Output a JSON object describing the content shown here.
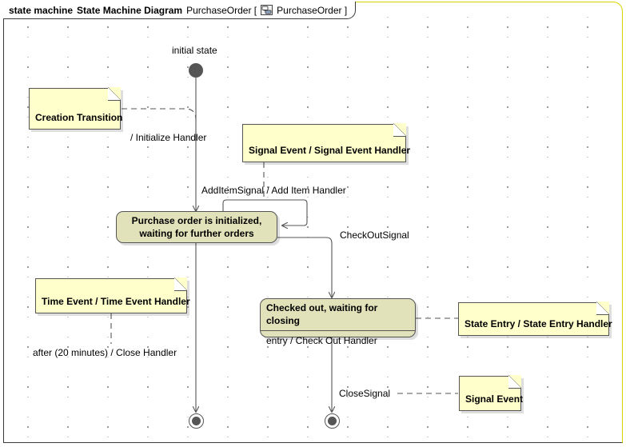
{
  "frame": {
    "kind_label": "state machine",
    "diagram_type_label": "State Machine Diagram",
    "open_bracket": "PurchaseOrder [",
    "icon_name": "state-machine-icon",
    "context_label": "PurchaseOrder ]",
    "accent_color": "#d8d400",
    "border_color": "#3a3a3a",
    "background_color": "#ffffff"
  },
  "palette": {
    "note_fill": "#ffffcc",
    "note_border": "#555555",
    "state_fill": "#e2e2ba",
    "state_border": "#555555",
    "pseudostate_fill": "#555555",
    "edge_color": "#555555",
    "text_color": "#000000"
  },
  "nodes": {
    "initial_state": {
      "caption": "initial state",
      "type": "initial-pseudostate"
    },
    "state_initialized": {
      "title": "Purchase order is initialized,\nwaiting for further orders",
      "type": "simple-state"
    },
    "state_checked_out": {
      "title": "Checked out, waiting for closing",
      "body": "entry / Check Out Handler",
      "type": "composite-state"
    },
    "final_state_left": {
      "type": "final-state"
    },
    "final_state_right": {
      "type": "final-state"
    }
  },
  "notes": [
    {
      "id": "note-creation-transition",
      "label": "Creation Transition"
    },
    {
      "id": "note-signal-event-handler",
      "label": "Signal Event / Signal Event Handler"
    },
    {
      "id": "note-time-event-handler",
      "label": "Time Event / Time Event Handler"
    },
    {
      "id": "note-state-entry-handler",
      "label": "State Entry / State Entry Handler"
    },
    {
      "id": "note-signal-event",
      "label": "Signal Event"
    }
  ],
  "transitions": [
    {
      "id": "transition-initialize",
      "label": "/ Initialize Handler"
    },
    {
      "id": "transition-add-item",
      "label": "AddItemSignal / Add Item Handler"
    },
    {
      "id": "transition-check-out",
      "label": "CheckOutSignal"
    },
    {
      "id": "transition-after-timeout",
      "label": "after (20 minutes) / Close Handler"
    },
    {
      "id": "transition-close",
      "label": "CloseSignal"
    }
  ]
}
